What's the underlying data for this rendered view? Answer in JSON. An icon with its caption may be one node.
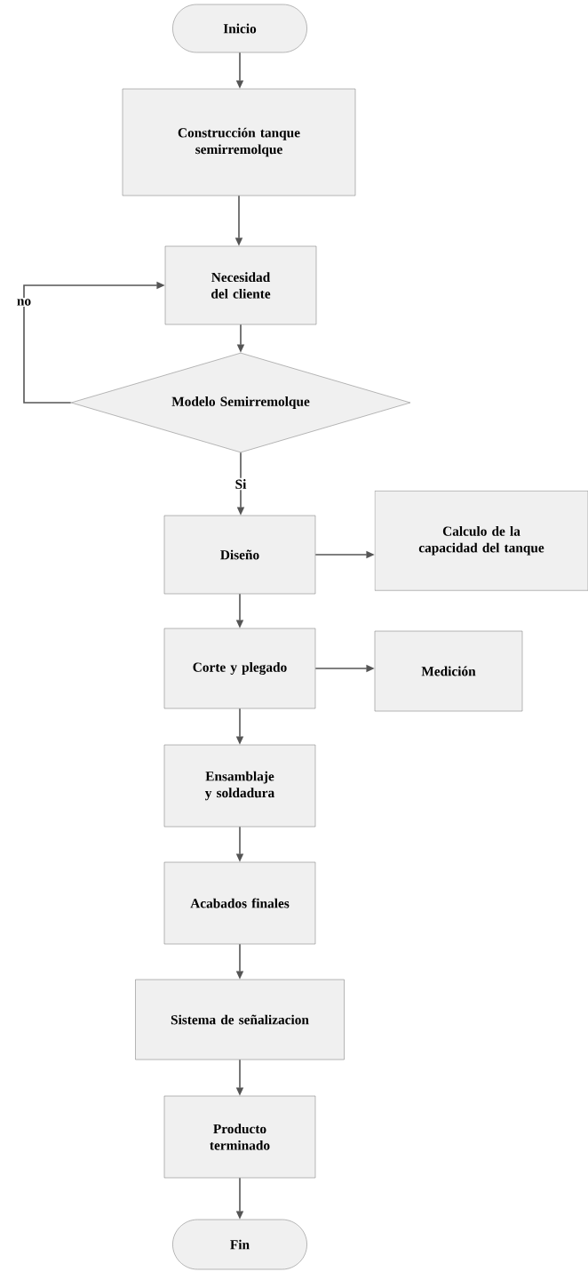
{
  "diagram": {
    "nodes": [
      {
        "text": [
          "Inicio"
        ]
      },
      {
        "text": [
          "Construcción tanque semirremolque"
        ]
      },
      {
        "text": [
          "Necesidad del cliente"
        ]
      },
      {
        "text": [
          "Modelo Semirremolque"
        ]
      },
      {
        "text": [
          "Diseño"
        ]
      },
      {
        "text": [
          "Calculo de la capacidad del tanque"
        ]
      },
      {
        "text": [
          "Corte y plegado"
        ]
      },
      {
        "text": [
          "Medición"
        ]
      },
      {
        "text": [
          "Ensamblaje y soldadura"
        ]
      },
      {
        "text": [
          "Acabados finales"
        ]
      },
      {
        "text": [
          "Sistema de señalizacion"
        ]
      },
      {
        "text": [
          "Producto terminado"
        ]
      },
      {
        "text": [
          "Fin"
        ]
      }
    ],
    "edges": [
      {
        "from": 0,
        "to": 1,
        "arrow": "to"
      },
      {
        "from": 1,
        "to": 2,
        "arrow": "to"
      },
      {
        "from": 2,
        "to": 3,
        "arrow": "to"
      },
      {
        "from": 3,
        "to": 2,
        "arrow": "to",
        "label": "no"
      },
      {
        "from": 3,
        "to": 4,
        "arrow": "to",
        "label": "Si"
      },
      {
        "from": 4,
        "to": 5,
        "arrow": "to"
      },
      {
        "from": 4,
        "to": 6,
        "arrow": "to"
      },
      {
        "from": 6,
        "to": 7,
        "arrow": "to"
      },
      {
        "from": 6,
        "to": 8,
        "arrow": "to"
      },
      {
        "from": 8,
        "to": 9,
        "arrow": "to"
      },
      {
        "from": 9,
        "to": 10,
        "arrow": "to"
      },
      {
        "from": 10,
        "to": 11,
        "arrow": "to"
      },
      {
        "from": 11,
        "to": 12,
        "arrow": "to"
      }
    ]
  }
}
